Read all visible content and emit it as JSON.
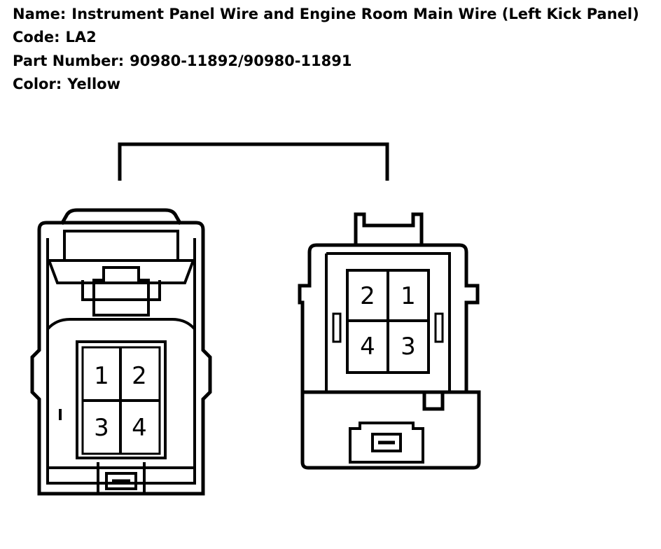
{
  "info": {
    "name_label": "Name:",
    "name_value": "Instrument Panel Wire and Engine Room Main Wire (Left Kick Panel)",
    "code_label": "Code:",
    "code_value": "LA2",
    "part_label": "Part Number:",
    "part_value": "90980-11892/90980-11891",
    "color_label": "Color:",
    "color_value": "Yellow"
  },
  "left_connector": {
    "pins": [
      "1",
      "2",
      "3",
      "4"
    ]
  },
  "right_connector": {
    "pins": [
      "2",
      "1",
      "4",
      "3"
    ]
  }
}
